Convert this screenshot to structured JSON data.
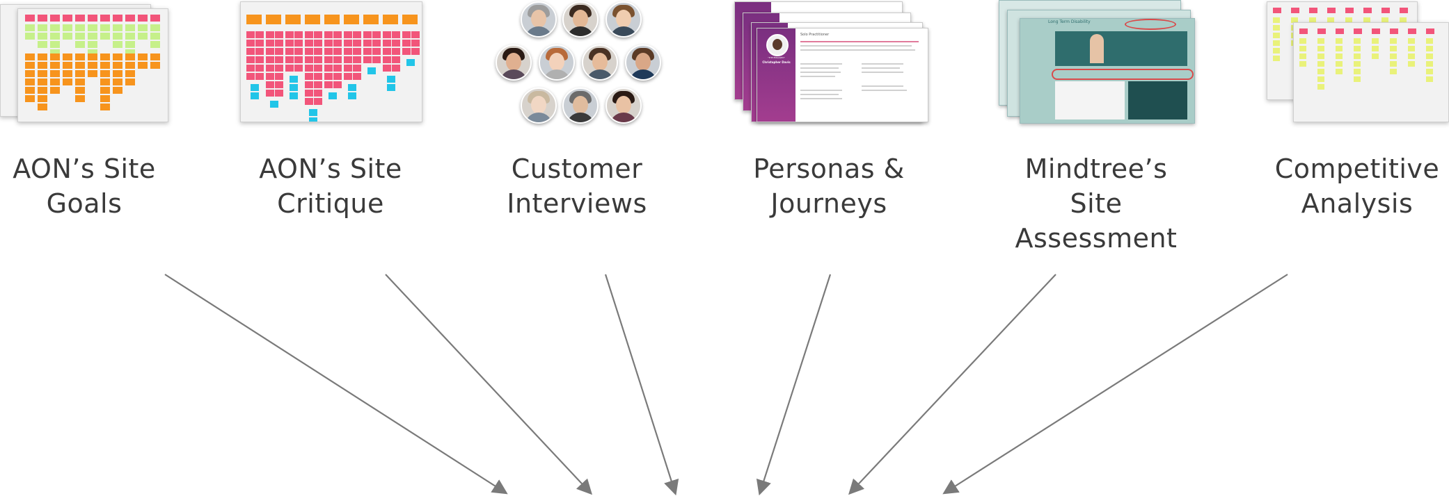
{
  "columns": [
    {
      "key": "goals",
      "line1": "AON’s Site",
      "line2": "Goals"
    },
    {
      "key": "critique",
      "line1": "AON’s Site",
      "line2": "Critique"
    },
    {
      "key": "interviews",
      "line1": "Customer",
      "line2": "Interviews"
    },
    {
      "key": "personas",
      "line1": "Personas &",
      "line2": "Journeys"
    },
    {
      "key": "assessment",
      "line1": "Mindtree’s Site",
      "line2": "Assessment"
    },
    {
      "key": "competitive",
      "line1": "Competitive",
      "line2": "Analysis"
    }
  ],
  "persona_card": {
    "tagline": "“THE ENGAGED”",
    "name": "Christopher Davis",
    "role": "Solo Practitioner"
  },
  "assessment_shot": {
    "title": "Long Term Disability"
  },
  "colors": {
    "sticky_orange": "#f7941d",
    "sticky_pink": "#f2557a",
    "sticky_green": "#c6f08a",
    "sticky_cyan": "#22c5e8",
    "sticky_yellow": "#e9f27a",
    "persona_purple": "#7a2f80",
    "assessment_teal": "#2f6d6d",
    "arrow_gray": "#7a7a7a",
    "label_text": "#3a3a3a"
  }
}
